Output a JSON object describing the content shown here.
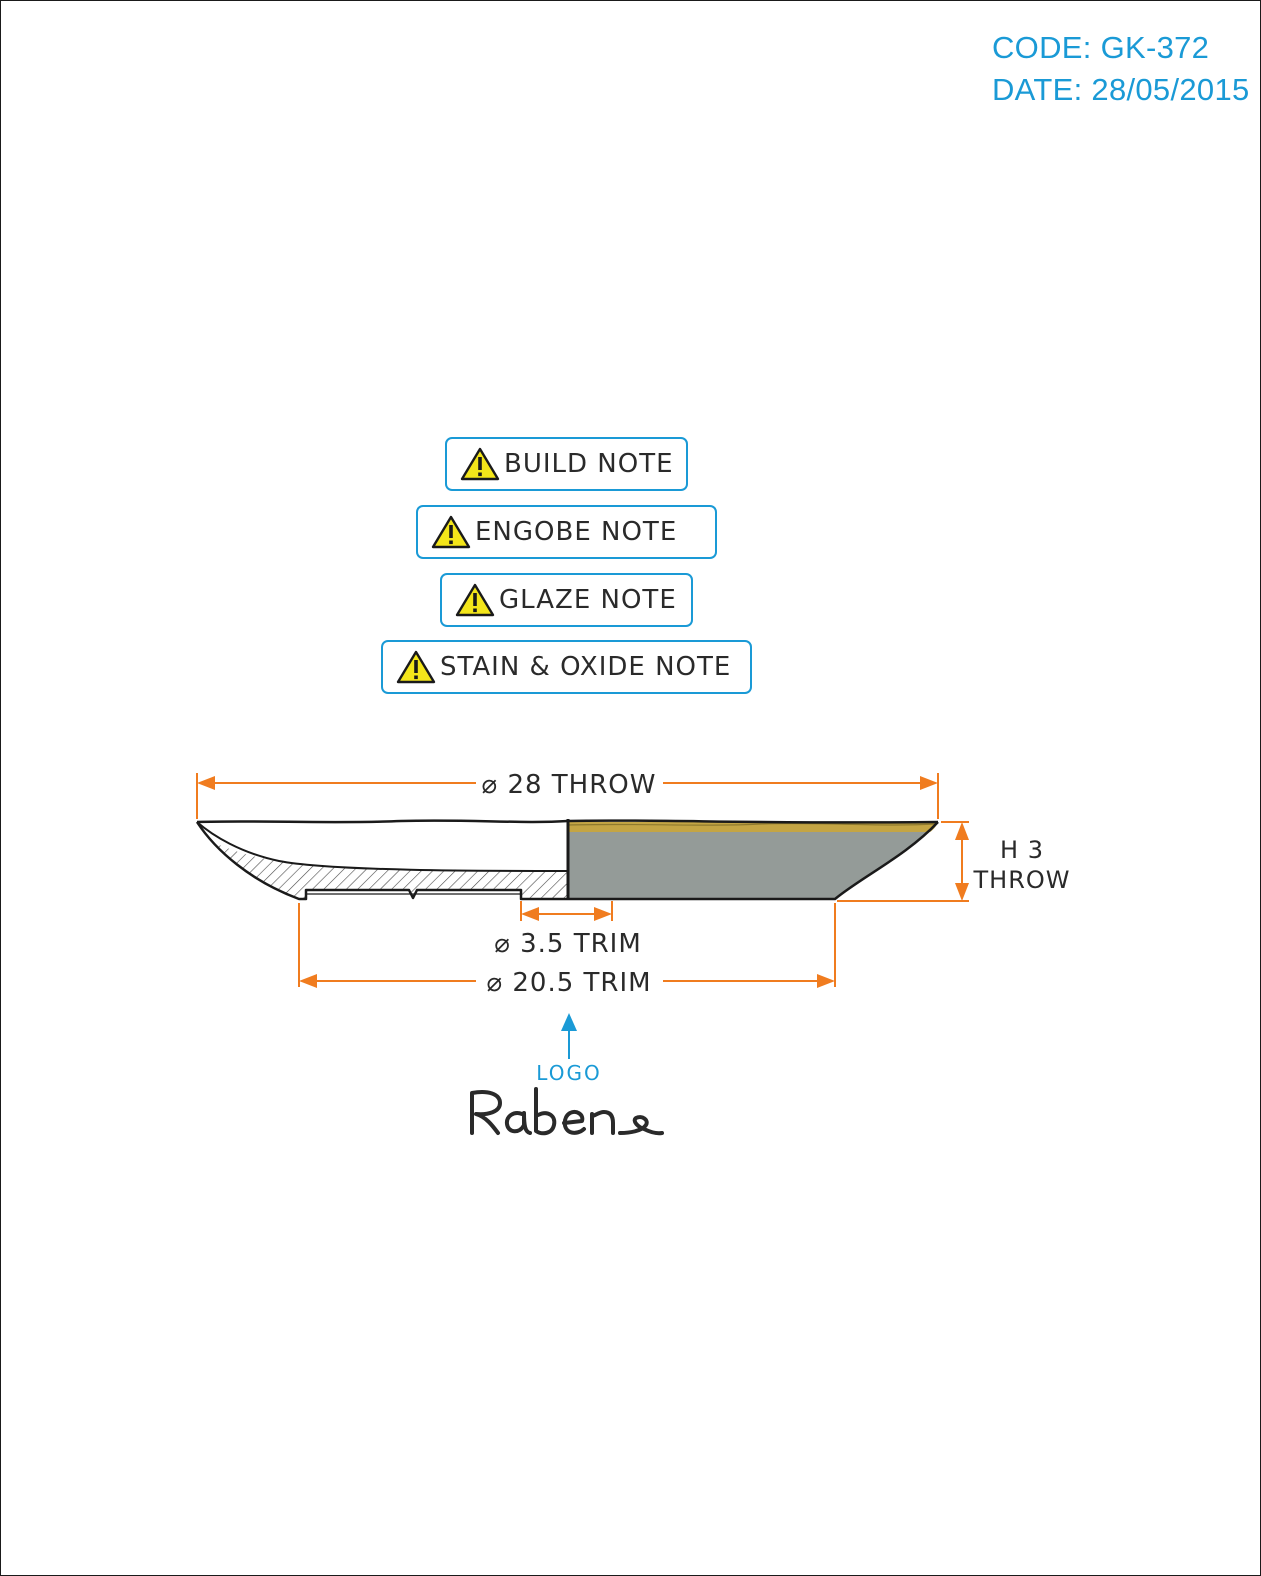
{
  "header": {
    "code": "CODE: GK-372",
    "date": "DATE: 28/05/2015"
  },
  "notes": [
    {
      "label": "BUILD NOTE",
      "icon": "warning-triangle-icon"
    },
    {
      "label": "ENGOBE NOTE",
      "icon": "warning-triangle-icon"
    },
    {
      "label": "GLAZE NOTE",
      "icon": "warning-triangle-icon"
    },
    {
      "label": "STAIN & OXIDE NOTE",
      "icon": "warning-triangle-icon"
    }
  ],
  "dimensions": {
    "rim_diameter": "⌀ 28 THROW",
    "height_line1": "H 3",
    "height_line2": "THROW",
    "inner_diameter": "⌀ 3.5 TRIM",
    "base_diameter": "⌀ 20.5 TRIM"
  },
  "logo": {
    "label": "LOGO",
    "brand": "Rabens"
  },
  "colors": {
    "accent_blue": "#1a9ad6",
    "dimension_orange": "#f07c1f",
    "glaze_grey": "#949b98",
    "glaze_gold": "#c4a544",
    "warning_yellow": "#f4e61a",
    "outline": "#1a1a1a"
  }
}
